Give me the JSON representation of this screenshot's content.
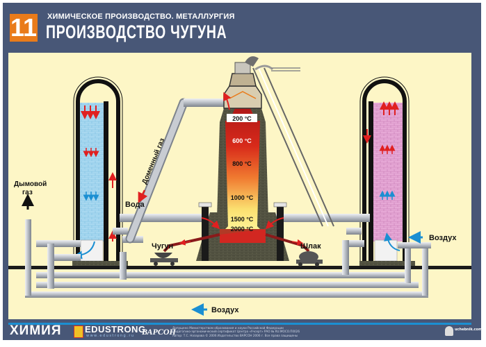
{
  "header": {
    "number": "11",
    "subtitle": "ХИМИЧЕСКОЕ ПРОИЗВОДСТВО. МЕТАЛЛУРГИЯ",
    "title": "ПРОИЗВОДСТВО ЧУГУНА"
  },
  "diagram": {
    "labels": {
      "flue_gas_line1": "Дымовой",
      "flue_gas_line2": "газ",
      "blast_furnace_gas": "Доменный газ",
      "water": "Вода",
      "pig_iron": "Чугун",
      "slag": "Шлак",
      "air_right": "Воздух",
      "air_bottom": "Воздух"
    },
    "temperatures": [
      "200 °C",
      "600 °C",
      "800 °C",
      "1000 °C",
      "1500 °C",
      "2000 °C"
    ],
    "colors": {
      "background": "#fdf6c6",
      "frame": "#485777",
      "accent": "#e97b1a",
      "pipe": "#b7bcc4",
      "hot_arrow": "#e02020",
      "cold_arrow": "#1b8fd2",
      "regenerator_cold": "#a8d8f0",
      "regenerator_hot": "#e6a8d6",
      "brick": "#4a4a3a"
    }
  },
  "footer": {
    "brand": "ХИМИЯ",
    "edustrong": "EDUSTRONG",
    "url": "www.edustrong.ru",
    "publisher": "ВАРСОН",
    "legal_line1": "Допущено Министерством образования и науки Российской Федерации",
    "legal_line2": "Педагогико-эргономический сертификат Центра «Учсерт» РАО № RU.MOCO.П0026",
    "legal_line3": "Автор: Т.С. Назарова     © 2006 Издательство ВАРСОН 2006 г. Все права защищены",
    "site": "uchebnik.com"
  }
}
